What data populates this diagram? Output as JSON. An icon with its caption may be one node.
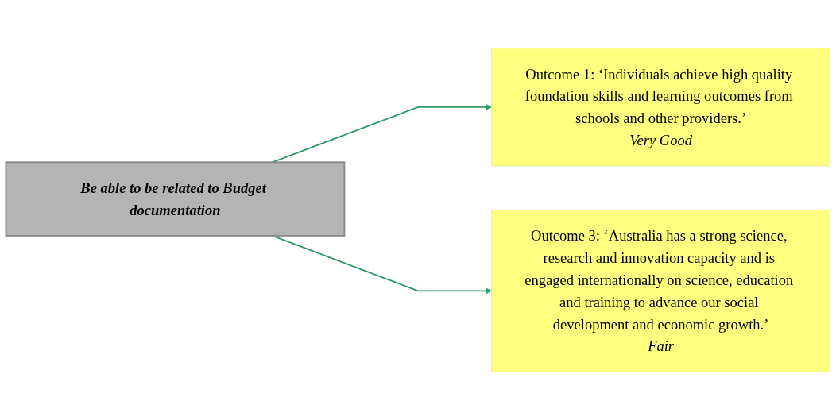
{
  "diagram": {
    "nodes": [
      {
        "text": [
          "Be able to be related to Budget documentation"
        ]
      },
      {
        "text": [
          "Outcome 1: ‘Individuals achieve high quality foundation skills and learning outcomes from schools and other providers.’",
          "Very Good"
        ]
      },
      {
        "text": [
          "Outcome 3: ‘Australia has a strong science, research and innovation capacity and is engaged internationally on science, education and training to advance our social development and economic growth.’",
          "Fair"
        ]
      }
    ],
    "edges": [
      {
        "from": 0,
        "to": 1,
        "arrow": "to"
      },
      {
        "from": 0,
        "to": 2,
        "arrow": "to"
      }
    ]
  }
}
